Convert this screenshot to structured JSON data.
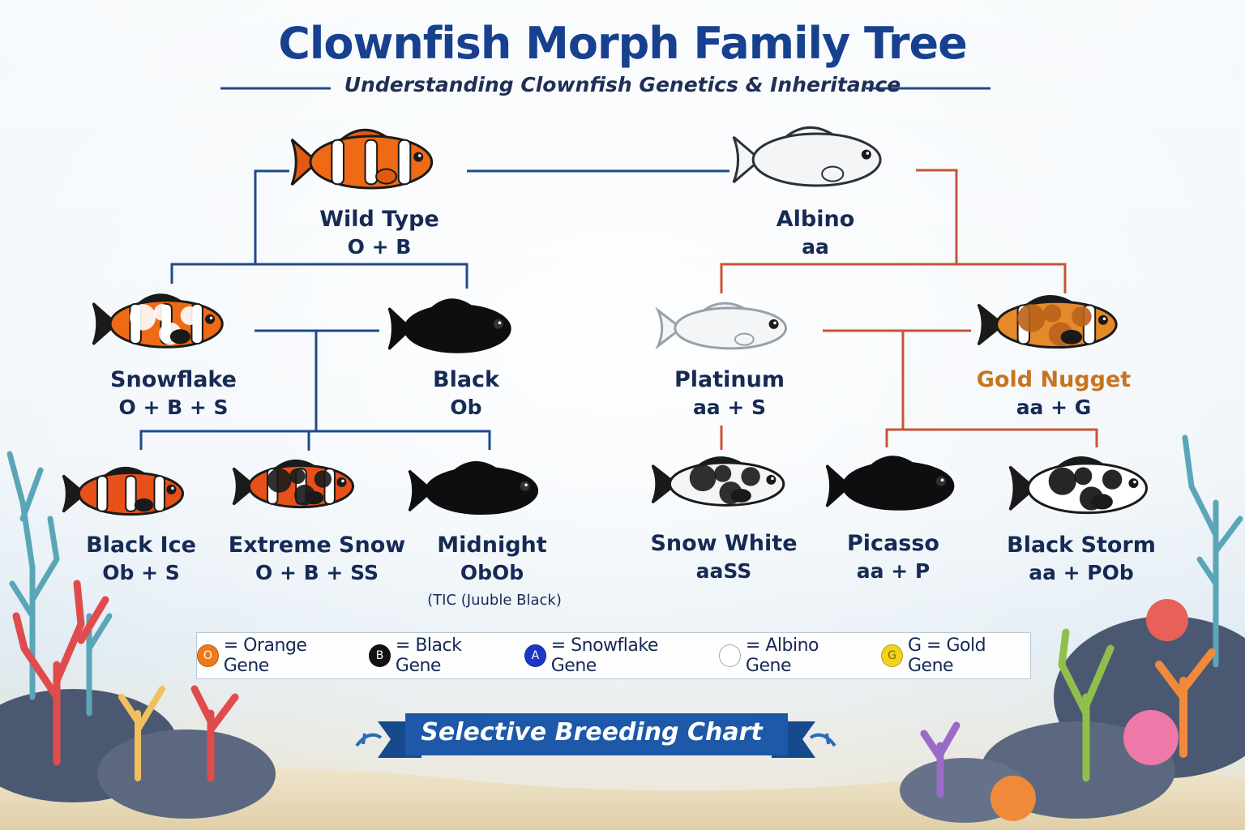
{
  "header": {
    "title": "Clownfish Morph Family Tree",
    "subtitle": "Understanding Clownfish Genetics & Inheritance"
  },
  "morphs": [
    {
      "name": "Wild Type",
      "code": "O + B",
      "icon": "clownfish-wild-type-icon"
    },
    {
      "name": "Albino",
      "code": "aa",
      "icon": "clownfish-albino-icon"
    },
    {
      "name": "Snowflake",
      "code": "O + B + S",
      "icon": "clownfish-snowflake-icon"
    },
    {
      "name": "Black",
      "code": "Ob",
      "icon": "clownfish-black-icon"
    },
    {
      "name": "Platinum",
      "code": "aa + S",
      "icon": "clownfish-platinum-icon"
    },
    {
      "name": "Gold Nugget",
      "code": "aa + G",
      "icon": "clownfish-gold-nugget-icon"
    },
    {
      "name": "Black Ice",
      "code": "Ob + S",
      "icon": "clownfish-black-ice-icon"
    },
    {
      "name": "Extreme Snow",
      "code": "O + B + SS",
      "icon": "clownfish-extreme-snow-icon"
    },
    {
      "name": "Midnight",
      "code": "ObOb",
      "note": "(TIC (Juuble Black)",
      "icon": "clownfish-midnight-icon"
    },
    {
      "name": "Snow White",
      "code": "aaSS",
      "icon": "clownfish-snow-white-icon"
    },
    {
      "name": "Picasso",
      "code": "aa + P",
      "icon": "clownfish-picasso-icon"
    },
    {
      "name": "Black Storm",
      "code": "aa + POb",
      "icon": "clownfish-black-storm-icon"
    }
  ],
  "legend": [
    {
      "symbol": "O",
      "label": "= Orange Gene",
      "color": "#f07a1a"
    },
    {
      "symbol": "B",
      "label": "= Black Gene",
      "color": "#111111"
    },
    {
      "symbol": "A",
      "label": "= Snowflake Gene",
      "color": "#1c36c8"
    },
    {
      "symbol": "",
      "label": "= Albino Gene",
      "color": "#ffffff"
    },
    {
      "symbol": "G",
      "label": "G = Gold Gene",
      "color": "#f2d21a"
    }
  ],
  "footer": {
    "banner": "Selective Breeding Chart"
  },
  "colors": {
    "left_lines": "#1d4a8c",
    "right_lines": "#c8543a",
    "title": "#17408f",
    "gold_text": "#c8741f"
  }
}
